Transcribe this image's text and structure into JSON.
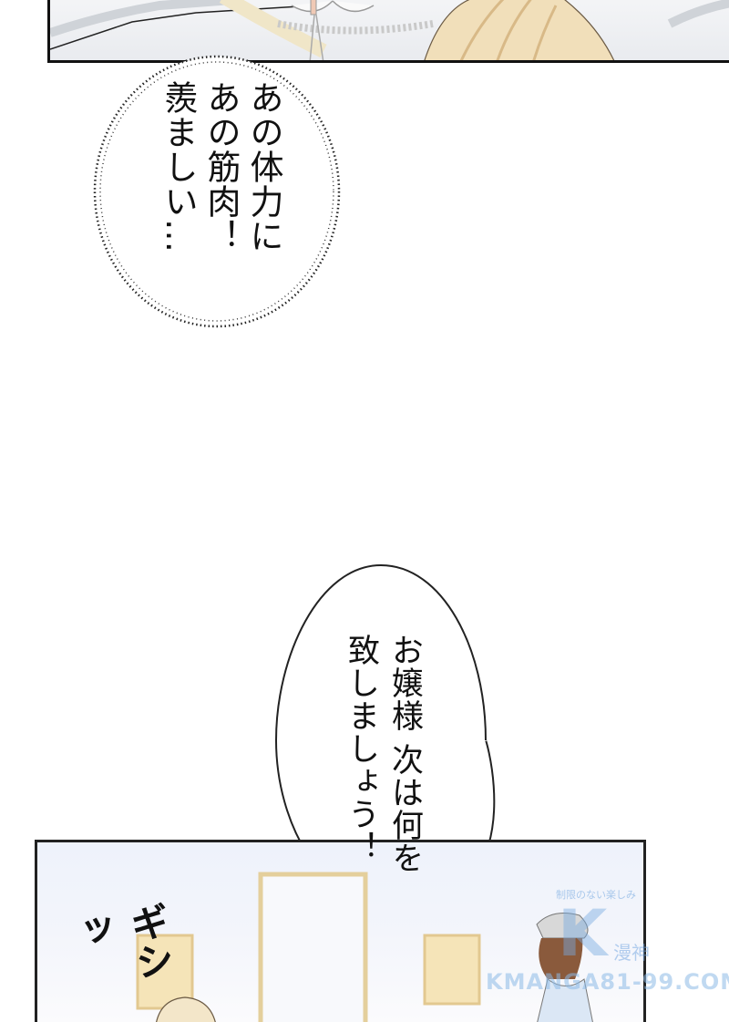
{
  "bubbles": [
    {
      "style": "dotted-thought",
      "lines": [
        "あの体力に",
        "あの筋肉！",
        "羨ましい…"
      ]
    },
    {
      "style": "speech",
      "lines": [
        "お嬢様 次は何を",
        "致しましょう！"
      ]
    }
  ],
  "sfx": "ギシッ",
  "watermark": {
    "tagline": "制限のない楽しみ",
    "logo": "K",
    "kanji": "漫神",
    "url": "KMANGA81-99.COM"
  },
  "colors": {
    "panel_border": "#111111",
    "bottom_panel_bg": "#eef2fb",
    "frame_gold": "#e8d3a2",
    "watermark_blue": "#78aae1"
  }
}
